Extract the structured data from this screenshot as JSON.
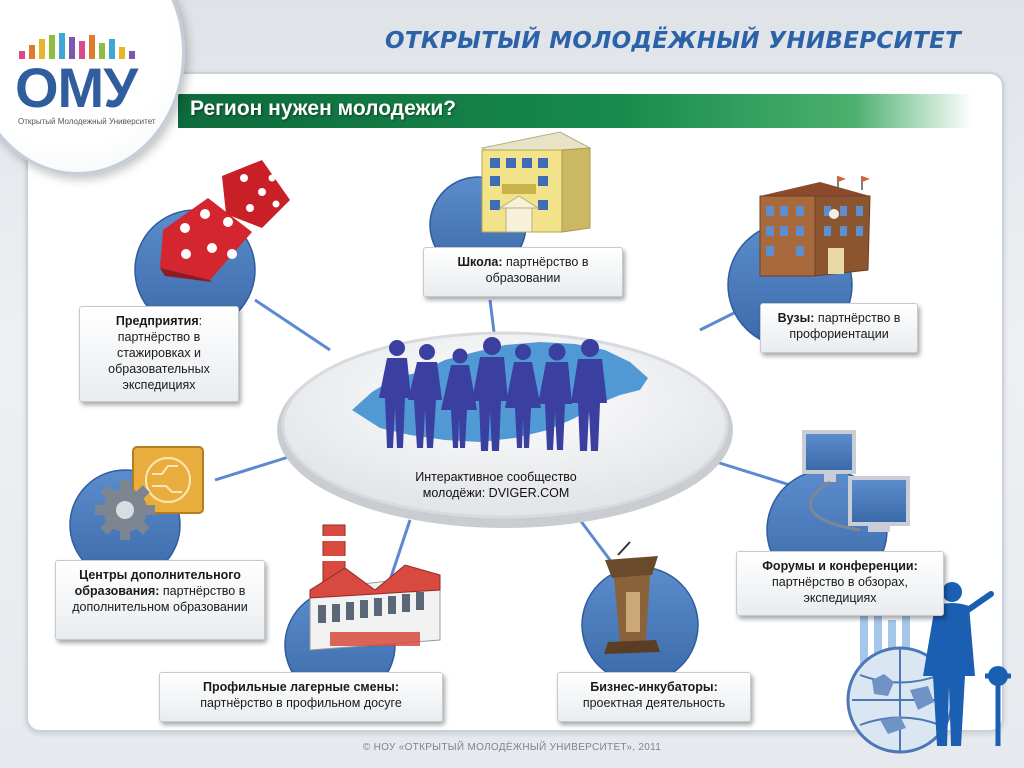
{
  "header": {
    "logo_text": "ОМУ",
    "logo_subtitle": "Открытый Молодежный Университет",
    "title": "ОТКРЫТЫЙ МОЛОДЁЖНЫЙ УНИВЕРСИТЕТ"
  },
  "slide": {
    "title": "Регион нужен молодежи?"
  },
  "center": {
    "line1": "Интерактивное сообщество",
    "line2": "молодёжи: DVIGER.COM"
  },
  "nodes": {
    "school": {
      "bold": "Школа:",
      "text": " партнёрство в образовании"
    },
    "universities": {
      "bold": "Вузы:",
      "text": " партнёрство в профориентации"
    },
    "enterprises": {
      "bold": "Предприятия",
      "text": ": партнёрство в стажировках и образовательных экспедициях"
    },
    "forums": {
      "bold": "Форумы и конференции:",
      "text": " партнёрство в обзорах, экспедициях"
    },
    "centers": {
      "bold": "Центры дополнительного образования:",
      "text": " партнёрство в дополнительном образовании"
    },
    "camps": {
      "bold": "Профильные лагерные смены:",
      "text": "партнёрство в  профильном досуге"
    },
    "incubators": {
      "bold": "Бизнес-инкубаторы:",
      "text": "проектная деятельность"
    }
  },
  "icons": {
    "school": "school-building-icon",
    "university": "university-building-icon",
    "enterprises": "dice-icon",
    "forums": "monitors-icon",
    "centers": "gear-circuit-icon",
    "camps": "factory-icon",
    "incubators": "podium-icon",
    "community": "youth-silhouettes-icon",
    "presenter": "presenter-globe-icon"
  },
  "colors": {
    "accent_blue": "#2b62a8",
    "circle_blue": "#4876b8",
    "title_green": "#178a4b",
    "silhouette": "#3a3fa0"
  },
  "footer": {
    "text": "© НОУ «ОТКРЫТЫЙ МОЛОДЁЖНЫЙ УНИВЕРСИТЕТ», 2011"
  }
}
